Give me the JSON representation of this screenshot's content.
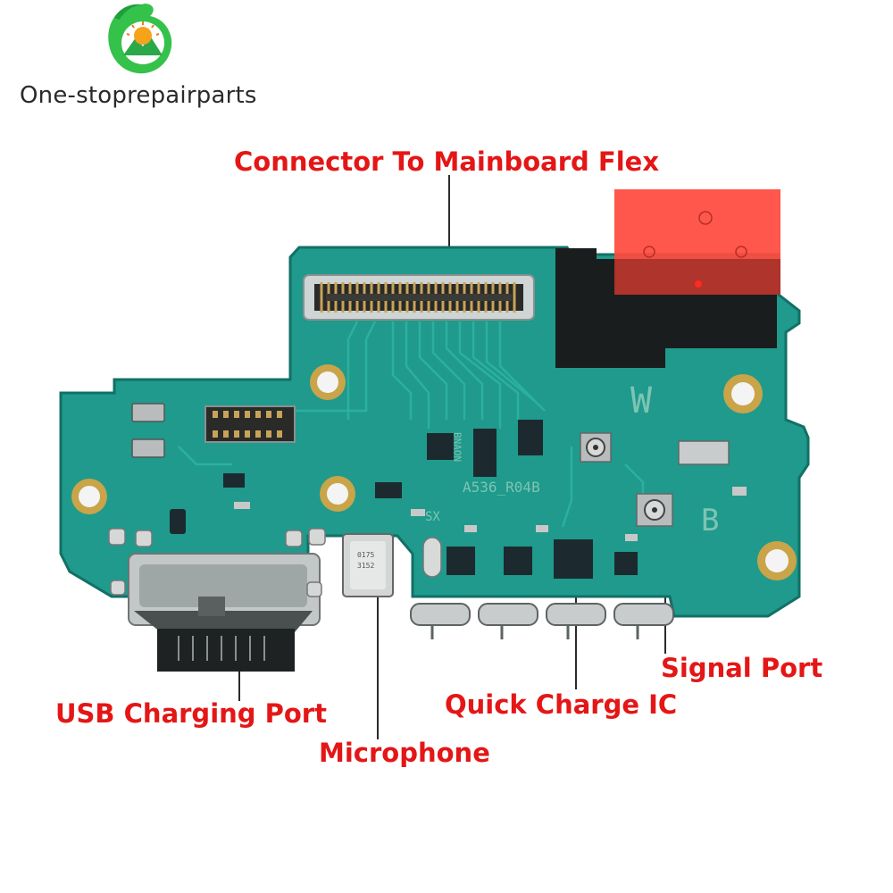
{
  "brand": {
    "name": "One-stoprepairparts",
    "logo_icon": "leaf-mountain-logo-icon"
  },
  "labels": {
    "connector": "Connector To Mainboard Flex",
    "usb": "USB Charging Port",
    "microphone": "Microphone",
    "quick_charge": "Quick Charge IC",
    "signal": "Signal Port"
  },
  "silkscreen": {
    "w": "W",
    "b": "B",
    "sx": "SX",
    "model": "A536_R04B",
    "vertical": "BNAON"
  },
  "colors": {
    "label_red": "#e41616",
    "pcb_green": "#1f9a8c",
    "pcb_dark": "#137a6f",
    "sticker_red": "#ff4a3d",
    "shield_black": "#1a1d1d"
  }
}
